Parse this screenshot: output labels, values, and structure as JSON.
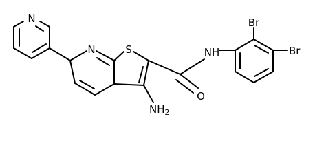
{
  "molecule": {
    "atoms": {
      "pyridine_n": "N",
      "core_n": "N",
      "sulfur": "S",
      "amide_nh": "NH",
      "carbonyl_o": "O",
      "amino": "NH",
      "amino_sub": "2",
      "br_ortho": "Br",
      "br_para": "Br"
    }
  }
}
